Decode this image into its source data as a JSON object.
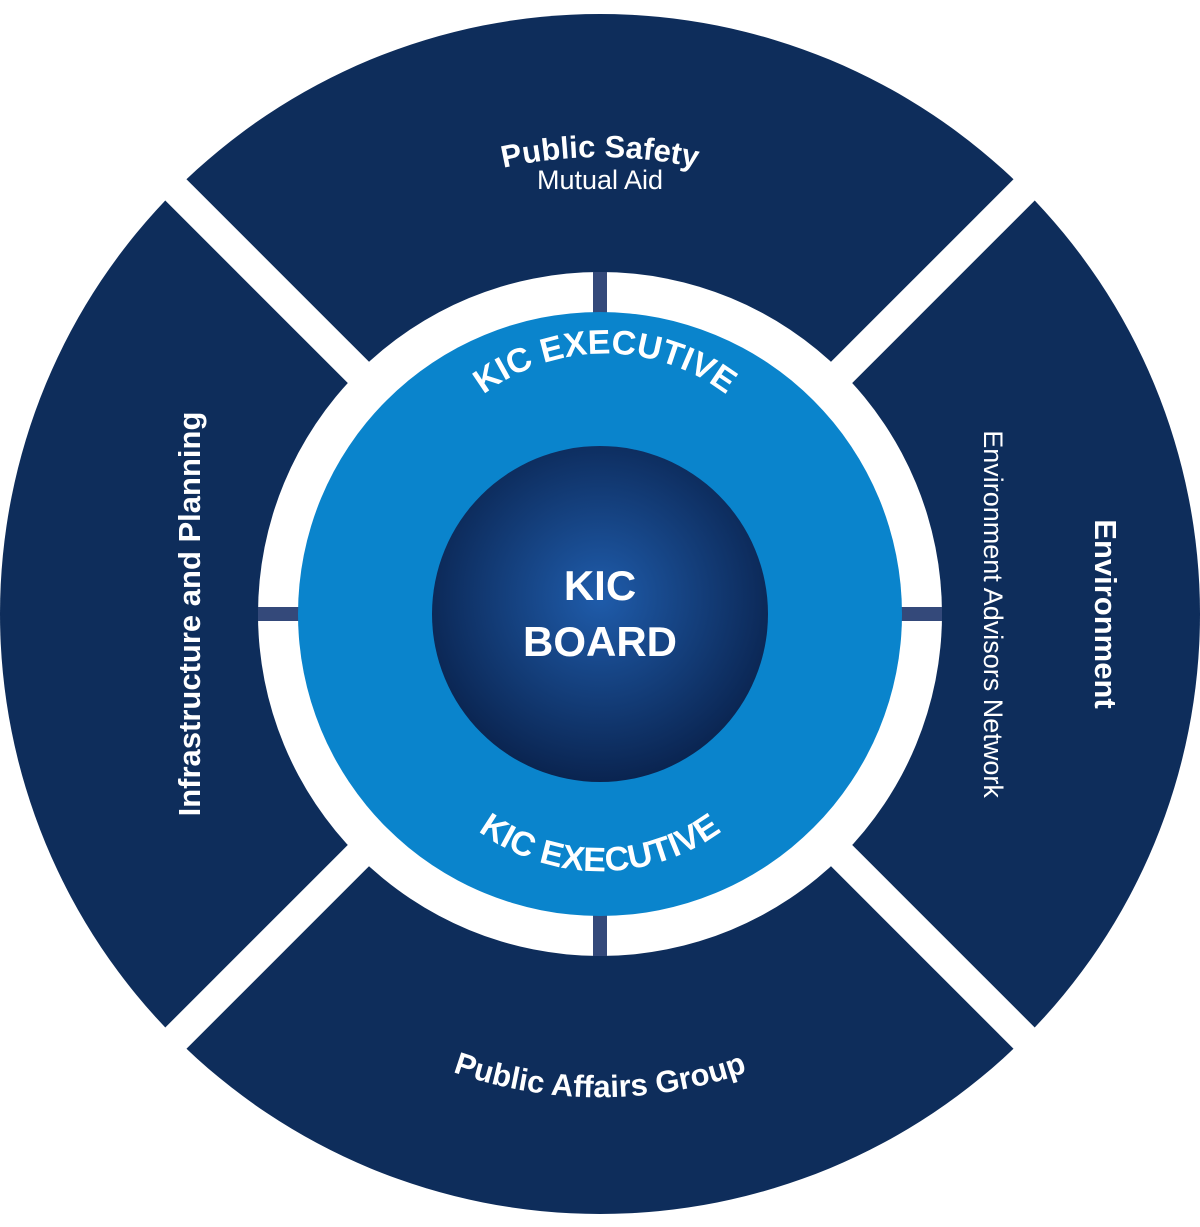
{
  "segments": {
    "top": {
      "title": "Public Safety",
      "subtitle": "Mutual Aid"
    },
    "right": {
      "title": "Environment",
      "subtitle": "Environment Advisors Network"
    },
    "bottom": {
      "title": "Public Affairs Group"
    },
    "left": {
      "title": "Infrastructure and Planning"
    }
  },
  "executive": {
    "label_top": "KIC EXECUTIVE",
    "label_bottom": "KIC EXECUTIVE"
  },
  "board": {
    "line1": "KIC",
    "line2": "BOARD"
  },
  "colors": {
    "outer_segment": "#0e2d5b",
    "executive_ring": "#0a84cc",
    "board_center": "#1a4f9a",
    "board_edge": "#0b2450",
    "connector": "#34497a",
    "background": "#ffffff"
  }
}
